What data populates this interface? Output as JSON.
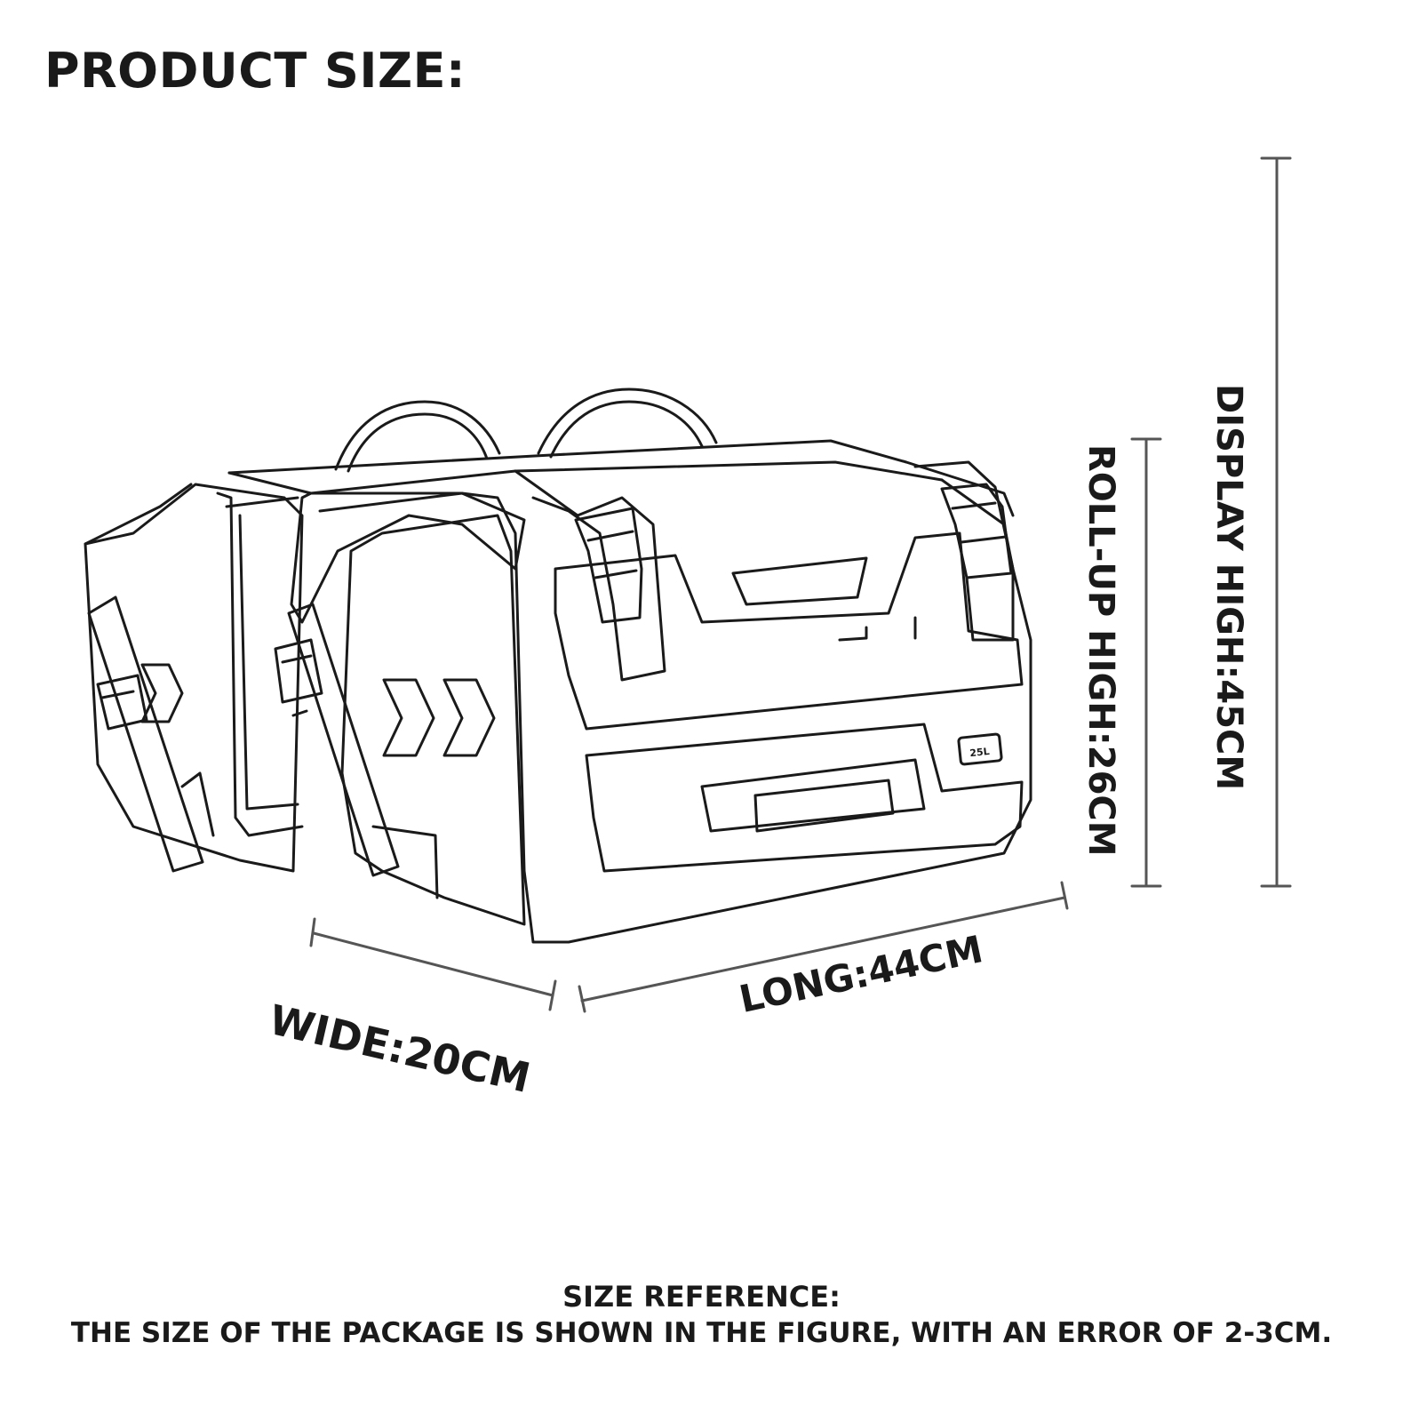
{
  "title": "PRODUCT SIZE:",
  "bag_badge": "25L",
  "dimensions": {
    "display_high": "DISPLAY HIGH:45CM",
    "roll_up_high": "ROLL-UP HIGH:26CM",
    "long": "LONG:44CM",
    "wide": "WIDE:20CM"
  },
  "reference": {
    "heading": "SIZE REFERENCE:",
    "note": "THE SIZE OF THE PACKAGE IS SHOWN IN THE FIGURE, WITH AN ERROR OF 2-3CM."
  },
  "colors": {
    "ink": "#1a1a1a",
    "dim_line": "#555555"
  }
}
